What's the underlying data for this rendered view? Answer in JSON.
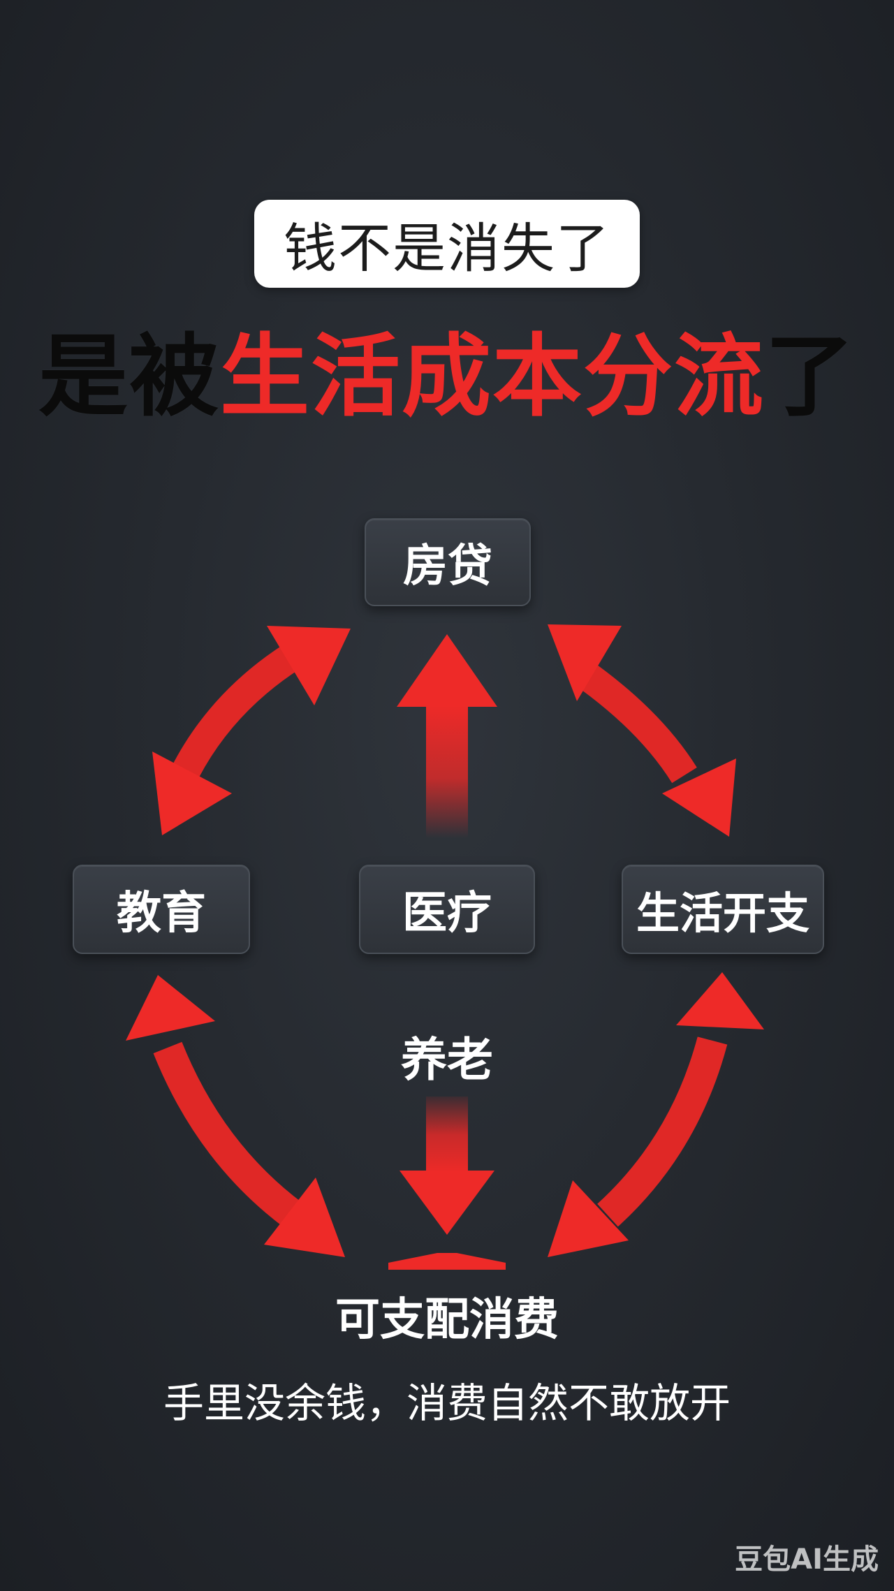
{
  "header": {
    "pill_text": "钱不是消失了",
    "headline_prefix": "是被",
    "headline_highlight": "生活成本分流",
    "headline_suffix": "了"
  },
  "diagram": {
    "nodes": {
      "mortgage": "房贷",
      "education": "教育",
      "medical": "医疗",
      "living_expenses": "生活开支",
      "elderly_care": "养老",
      "disposable_consumption": "可支配消费"
    }
  },
  "footer": {
    "caption": "手里没余钱，消费自然不敢放开"
  },
  "watermark": "豆包AI生成",
  "colors": {
    "accent_red": "#ee2a28",
    "background": "#262a30",
    "box_fill": "#34383f"
  }
}
